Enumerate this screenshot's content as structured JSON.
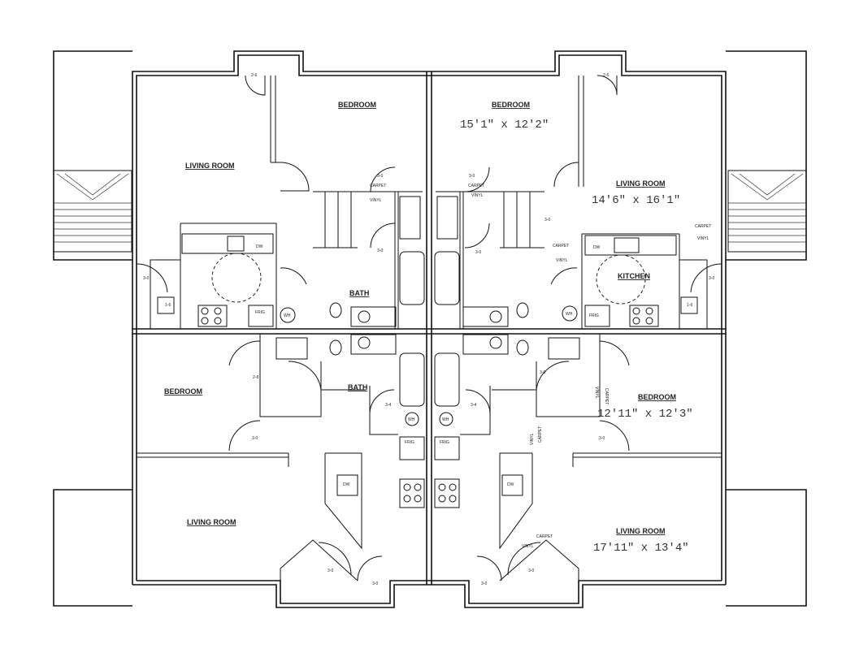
{
  "rooms": {
    "top_left_living": "LIVING ROOM",
    "top_left_bedroom": "BEDROOM",
    "top_left_bath": "BATH",
    "top_right_bedroom": "BEDROOM",
    "top_right_bedroom_dim": "15'1\" x 12'2\"",
    "top_right_living": "LIVING ROOM",
    "top_right_living_dim": "14'6\" x 16'1\"",
    "top_right_kitchen": "KITCHEN",
    "bottom_left_bedroom": "BEDROOM",
    "bottom_left_bath": "BATH",
    "bottom_left_living": "LIVING ROOM",
    "bottom_right_bedroom": "BEDROOM",
    "bottom_right_bedroom_dim": "12'11\" x 12'3\"",
    "bottom_right_living": "LIVING ROOM",
    "bottom_right_living_dim": "17'11\" x 13'4\""
  },
  "door_sizes": {
    "d26": "2-6",
    "d30": "3-0",
    "d16": "1-6",
    "d34": "3-4",
    "d28": "2-8"
  },
  "fixtures": {
    "dw": "DW",
    "frig": "FRIG",
    "wh": "WH"
  },
  "flooring": {
    "carpet": "CARPET",
    "vinyl": "VINYL"
  }
}
